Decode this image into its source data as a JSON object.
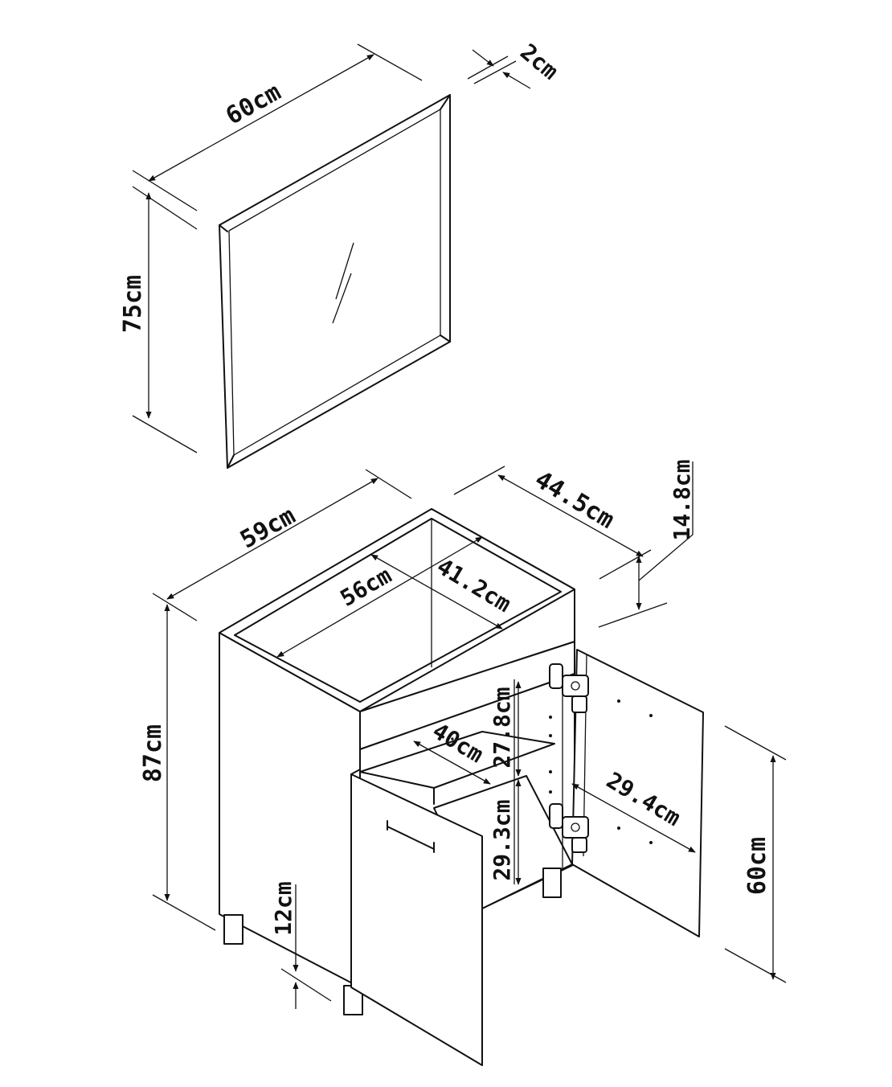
{
  "colors": {
    "line": "#111111",
    "background": "#ffffff"
  },
  "mirror": {
    "width": "60cm",
    "height": "75cm",
    "depth": "2cm"
  },
  "cabinet": {
    "width": "59cm",
    "depth": "44.5cm",
    "top_rim_height": "14.8cm",
    "inner_width": "56cm",
    "inner_depth": "41.2cm",
    "total_height": "87cm",
    "leg_height": "12cm",
    "shelf_depth": "40cm",
    "upper_compartment_height": "27.8cm",
    "lower_compartment_height": "29.3cm",
    "door_width": "29.4cm",
    "door_height": "60cm"
  }
}
